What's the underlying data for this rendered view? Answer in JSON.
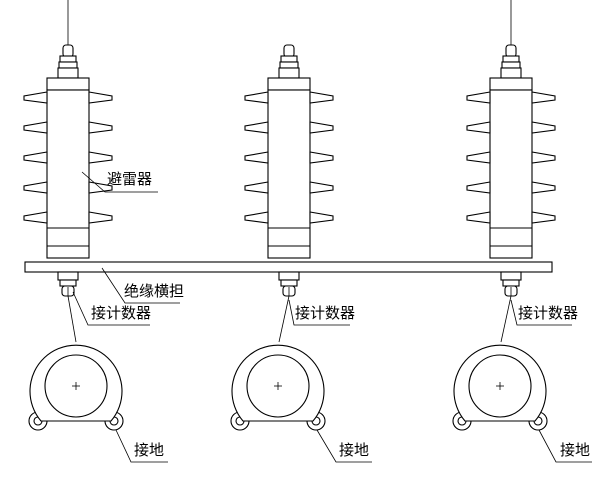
{
  "labels": {
    "arrester": "避雷器",
    "insulated_crossarm": "绝缘横担",
    "counter_1": "接计数器",
    "counter_2": "接计数器",
    "counter_3": "接计数器",
    "ground_1": "接地",
    "ground_2": "接地",
    "ground_3": "接地"
  }
}
